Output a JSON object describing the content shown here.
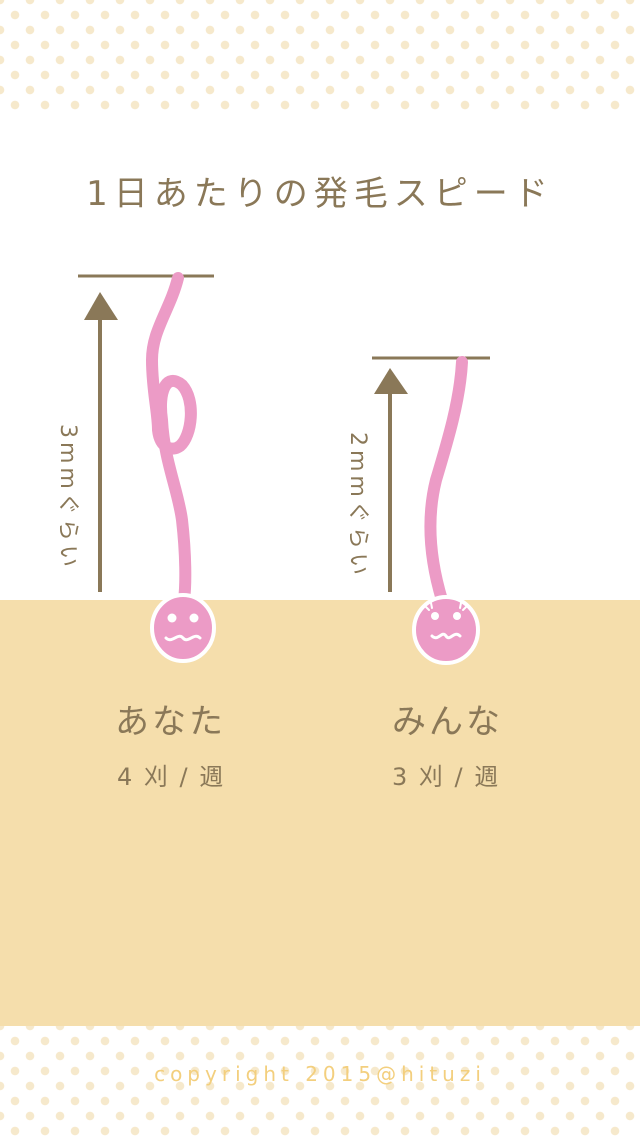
{
  "title": "1日あたりの発毛スピード",
  "you": {
    "name": "あなた",
    "rate": "4 刈 / 週",
    "measure": "3mmぐらい"
  },
  "everyone": {
    "name": "みんな",
    "rate": "3 刈 / 週",
    "measure": "2mmぐらい"
  },
  "footer": {
    "copyright": "copyright 2015@hituzi"
  },
  "colors": {
    "ground": "#f5deac",
    "dots": "#f6e9cc",
    "hair": "#ec9bc6",
    "text": "#8a7858",
    "arrow": "#8a7858",
    "copyright": "#f3cf7e"
  }
}
